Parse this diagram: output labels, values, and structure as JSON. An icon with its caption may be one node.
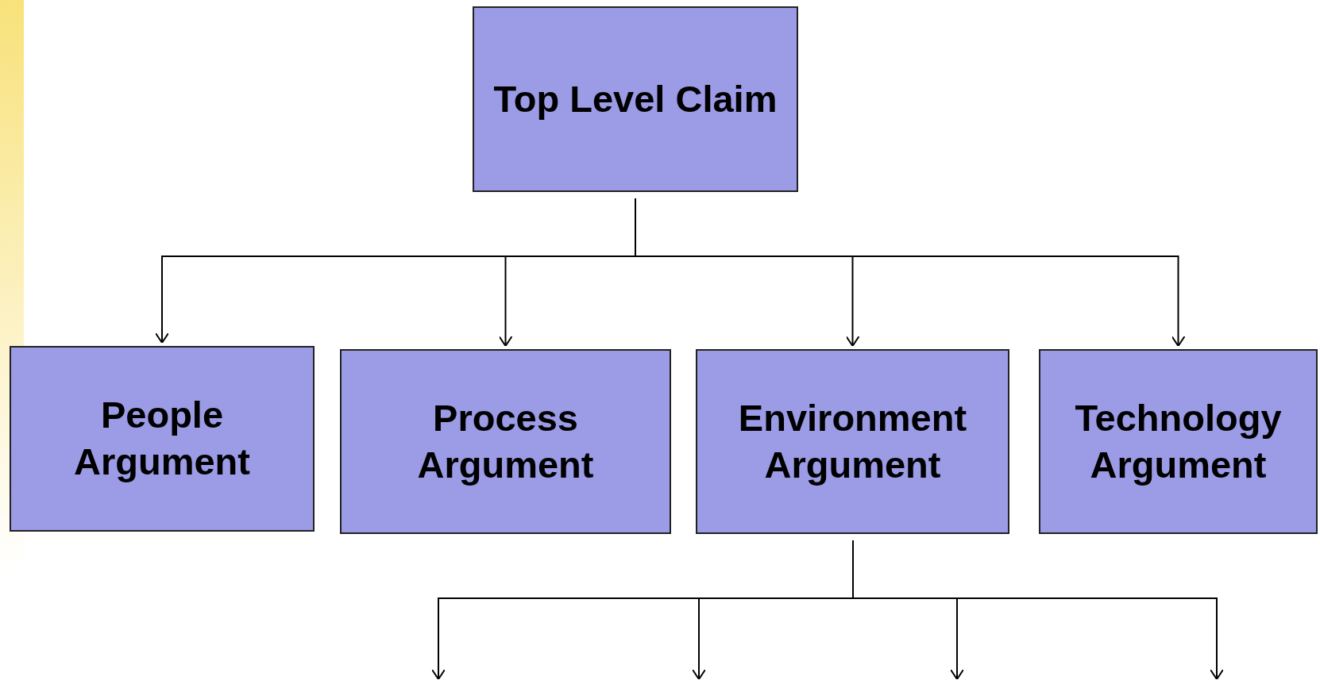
{
  "diagram": {
    "nodes": [
      {
        "text": [
          "Top Level Claim"
        ]
      },
      {
        "text": [
          "People Argument"
        ]
      },
      {
        "text": [
          "Process Argument"
        ]
      },
      {
        "text": [
          "Environment Argument"
        ]
      },
      {
        "text": [
          "Technology Argument"
        ]
      }
    ],
    "edges": [
      {
        "from": 0,
        "to": 1,
        "arrow": "to"
      },
      {
        "from": 0,
        "to": 2,
        "arrow": "to"
      },
      {
        "from": 0,
        "to": 3,
        "arrow": "to"
      },
      {
        "from": 0,
        "to": 4,
        "arrow": "to"
      },
      {
        "from": 3,
        "to": null,
        "arrow": "to"
      },
      {
        "from": 3,
        "to": null,
        "arrow": "to"
      },
      {
        "from": 3,
        "to": null,
        "arrow": "to"
      },
      {
        "from": 3,
        "to": null,
        "arrow": "to"
      }
    ]
  }
}
